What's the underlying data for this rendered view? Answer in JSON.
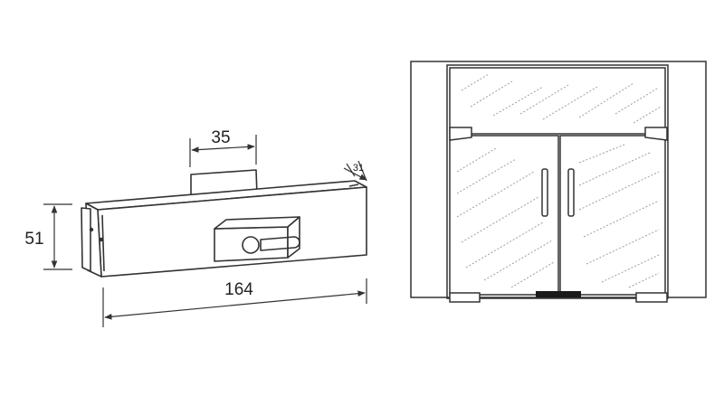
{
  "dimensions": {
    "top_width": "35",
    "depth": "31",
    "height": "51",
    "length": "164"
  },
  "colors": {
    "stroke": "#333333",
    "glass_hatch": "#9aa0a0",
    "floor_seal": "#1a1a1a"
  }
}
